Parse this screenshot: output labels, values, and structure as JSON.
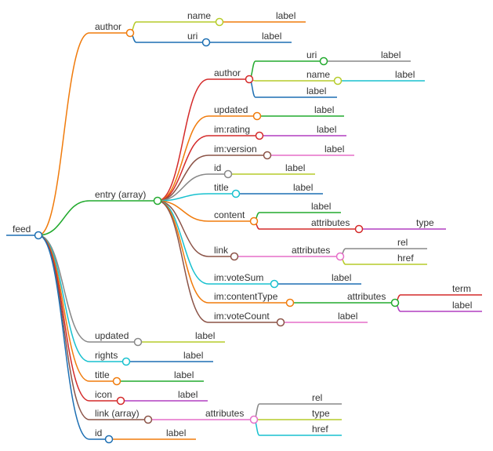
{
  "tree": {
    "label": "feed",
    "children": [
      {
        "label": "author",
        "color": "#f07b0c",
        "children": [
          {
            "label": "name",
            "color": "#b6cc2a",
            "children": [
              {
                "label": "label",
                "color": "#f07b0c"
              }
            ]
          },
          {
            "label": "uri",
            "color": "#1d6fb3",
            "children": [
              {
                "label": "label",
                "color": "#1d6fb3"
              }
            ]
          }
        ]
      },
      {
        "label": "entry (array)",
        "color": "#22aa2e",
        "children": [
          {
            "label": "author",
            "color": "#d42a2a",
            "children": [
              {
                "label": "uri",
                "color": "#22aa2e",
                "children": [
                  {
                    "label": "label",
                    "color": "#888888"
                  }
                ]
              },
              {
                "label": "name",
                "color": "#b6cc2a",
                "children": [
                  {
                    "label": "label",
                    "color": "#18c1cf"
                  }
                ]
              },
              {
                "label": "label",
                "color": "#1d6fb3"
              }
            ]
          },
          {
            "label": "updated",
            "color": "#f07b0c",
            "children": [
              {
                "label": "label",
                "color": "#22aa2e"
              }
            ]
          },
          {
            "label": "im:rating",
            "color": "#d42a2a",
            "children": [
              {
                "label": "label",
                "color": "#b23ec0"
              }
            ]
          },
          {
            "label": "im:version",
            "color": "#8b5347",
            "children": [
              {
                "label": "label",
                "color": "#e66fc9"
              }
            ]
          },
          {
            "label": "id",
            "color": "#888888",
            "children": [
              {
                "label": "label",
                "color": "#b6cc2a"
              }
            ]
          },
          {
            "label": "title",
            "color": "#18c1cf",
            "children": [
              {
                "label": "label",
                "color": "#1d6fb3"
              }
            ]
          },
          {
            "label": "content",
            "color": "#f07b0c",
            "children": [
              {
                "label": "label",
                "color": "#22aa2e"
              },
              {
                "label": "attributes",
                "color": "#d42a2a",
                "children": [
                  {
                    "label": "type",
                    "color": "#b23ec0"
                  }
                ]
              }
            ]
          },
          {
            "label": "link",
            "color": "#8b5347",
            "children": [
              {
                "label": "attributes",
                "color": "#e66fc9",
                "children": [
                  {
                    "label": "rel",
                    "color": "#888888"
                  },
                  {
                    "label": "href",
                    "color": "#b6cc2a"
                  }
                ]
              }
            ]
          },
          {
            "label": "im:voteSum",
            "color": "#18c1cf",
            "children": [
              {
                "label": "label",
                "color": "#1d6fb3"
              }
            ]
          },
          {
            "label": "im:contentType",
            "color": "#f07b0c",
            "children": [
              {
                "label": "attributes",
                "color": "#22aa2e",
                "children": [
                  {
                    "label": "term",
                    "color": "#d42a2a"
                  },
                  {
                    "label": "label",
                    "color": "#b23ec0"
                  }
                ]
              }
            ]
          },
          {
            "label": "im:voteCount",
            "color": "#8b5347",
            "children": [
              {
                "label": "label",
                "color": "#e66fc9"
              }
            ]
          }
        ]
      },
      {
        "label": "updated",
        "color": "#888888",
        "children": [
          {
            "label": "label",
            "color": "#b6cc2a"
          }
        ]
      },
      {
        "label": "rights",
        "color": "#18c1cf",
        "children": [
          {
            "label": "label",
            "color": "#1d6fb3"
          }
        ]
      },
      {
        "label": "title",
        "color": "#f07b0c",
        "children": [
          {
            "label": "label",
            "color": "#22aa2e"
          }
        ]
      },
      {
        "label": "icon",
        "color": "#d42a2a",
        "children": [
          {
            "label": "label",
            "color": "#b23ec0"
          }
        ]
      },
      {
        "label": "link (array)",
        "color": "#8b5347",
        "children": [
          {
            "label": "attributes",
            "color": "#e66fc9",
            "children": [
              {
                "label": "rel",
                "color": "#888888"
              },
              {
                "label": "type",
                "color": "#b6cc2a"
              },
              {
                "label": "href",
                "color": "#18c1cf"
              }
            ]
          }
        ]
      },
      {
        "label": "id",
        "color": "#1d6fb3",
        "children": [
          {
            "label": "label",
            "color": "#f07b0c"
          }
        ]
      }
    ]
  }
}
